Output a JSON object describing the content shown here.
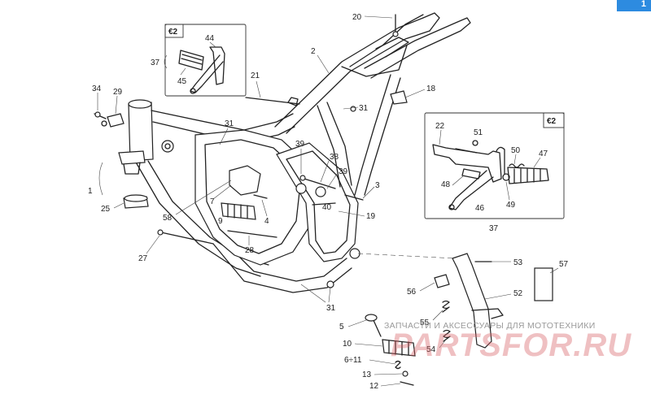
{
  "corner_tab": {
    "label": "1",
    "color": "#2d8be0"
  },
  "watermark": {
    "caption": "ЗАПЧАСТИ И АКСЕССУАРЫ ДЛЯ МОТОТЕХНИКИ",
    "logo": "PARTSFOR.RU",
    "logo_color": "#d65a5f"
  },
  "box_left": {
    "badge": "€2",
    "outside_label": "37",
    "items": [
      "44",
      "45"
    ]
  },
  "box_right": {
    "badge": "€2",
    "outside_label": "37",
    "items": [
      "22",
      "51",
      "50",
      "47",
      "48",
      "49",
      "46"
    ]
  },
  "callouts": {
    "c1": "1",
    "c2": "2",
    "c3": "3",
    "c4": "4",
    "c5": "5",
    "c7": "7",
    "c9": "9",
    "c10": "10",
    "c12": "12",
    "c13": "13",
    "c611": "6÷11",
    "c18": "18",
    "c19": "19",
    "c20": "20",
    "c21": "21",
    "c25": "25",
    "c27": "27",
    "c28": "28",
    "c29": "29",
    "c31a": "31",
    "c31b": "31",
    "c31c": "31",
    "c34": "34",
    "c38": "38",
    "c39a": "39",
    "c39b": "39",
    "c40": "40",
    "c52": "52",
    "c53": "53",
    "c54": "54",
    "c55": "55",
    "c56": "56",
    "c57": "57",
    "c58": "58"
  }
}
